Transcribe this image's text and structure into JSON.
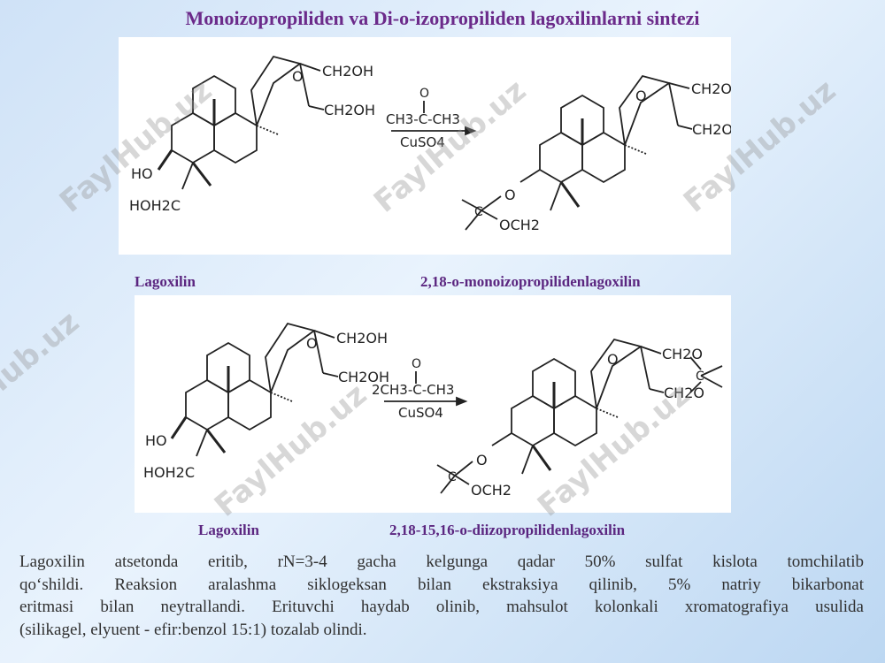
{
  "title": "Monoizopropiliden va Di-o-izopropiliden lagoxilinlarni sintezi",
  "watermark": "FaylHub.uz",
  "reaction1": {
    "start_label": "Lagoxilin",
    "product_label": "2,18-o-monoizopropilidenlagoxilin",
    "reagent_top": "CH3-C-CH3",
    "reagent_bottom": "CuSO4"
  },
  "reaction2": {
    "start_label": "Lagoxilin",
    "product_label": "2,18-15,16-o-diizopropilidenlagoxilin",
    "reagent_top": "2CH3-C-CH3",
    "reagent_bottom": "CuSO4"
  },
  "chem_labels": {
    "ch2oh": "CH2OH",
    "ch2o": "CH2O",
    "ho": "HO",
    "hoh2c": "HOH2C",
    "och2": "OCH2",
    "o": "O",
    "c": "C"
  },
  "paragraph_lines": [
    "Lagoxilin atsetonda eritib, rN=3-4 gacha kelgunga qadar 50% sulfat kislota tomchilatib",
    "qo‘shildi. Reaksion aralashma siklogeksan bilan ekstraksiya qilinib, 5% natriy bikarbonat",
    "eritmasi bilan neytrallandi. Erituvchi haydab olinib, mahsulot kolonkali xromatografiya usulida",
    "(silikagel, elyuent - efir:benzol 15:1) tozalab olindi."
  ]
}
